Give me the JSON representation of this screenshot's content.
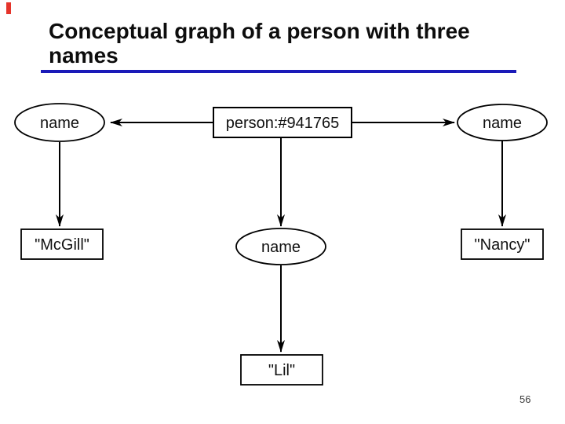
{
  "slide": {
    "title": "Conceptual graph of a person with three names",
    "page_number": "56",
    "underline_color": "#1a1ab8",
    "corner_marker_color": "#e5342b",
    "diagram_stroke_color": "#000000",
    "background_color": "#ffffff"
  },
  "graph": {
    "root_label": "person:#941765",
    "relations": [
      {
        "position": "left",
        "label": "name",
        "value": "\"McGill\""
      },
      {
        "position": "center",
        "label": "name",
        "value": "\"Lil\""
      },
      {
        "position": "right",
        "label": "name",
        "value": "\"Nancy\""
      }
    ]
  }
}
